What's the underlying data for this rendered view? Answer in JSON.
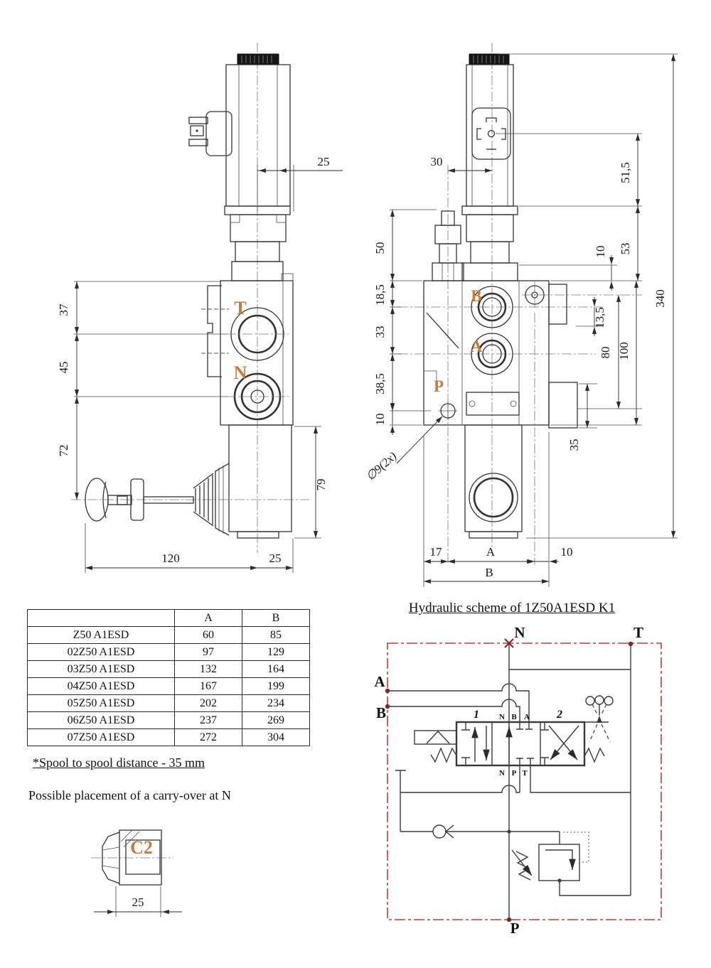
{
  "side_view": {
    "labels": {
      "t": "T",
      "n": "N"
    },
    "dims": {
      "top25": "25",
      "d37": "37",
      "d45": "45",
      "d72": "72",
      "d79": "79",
      "d120": "120",
      "bottom25": "25"
    }
  },
  "front_view": {
    "labels": {
      "b": "B",
      "a": "A",
      "p": "P"
    },
    "dims": {
      "d30": "30",
      "d51_5": "51,5",
      "d50": "50",
      "d10_top": "10",
      "d53": "53",
      "d340": "340",
      "d18_5": "18,5",
      "d33": "33",
      "d38_5": "38,5",
      "d10_left": "10",
      "d13_5": "13,5",
      "d80": "80",
      "d100": "100",
      "d35": "35",
      "hole": "∅9(2x)",
      "d17": "17",
      "da": "A",
      "d10_bottom": "10",
      "db": "B"
    }
  },
  "size_table": {
    "col_a": "A",
    "col_b": "B",
    "rows": [
      {
        "model": "Z50 A1ESD",
        "a": "60",
        "b": "85"
      },
      {
        "model": "02Z50 A1ESD",
        "a": "97",
        "b": "129"
      },
      {
        "model": "03Z50 A1ESD",
        "a": "132",
        "b": "164"
      },
      {
        "model": "04Z50 A1ESD",
        "a": "167",
        "b": "199"
      },
      {
        "model": "05Z50 A1ESD",
        "a": "202",
        "b": "234"
      },
      {
        "model": "06Z50 A1ESD",
        "a": "237",
        "b": "269"
      },
      {
        "model": "07Z50 A1ESD",
        "a": "272",
        "b": "304"
      }
    ]
  },
  "notes": {
    "spool": "*Spool to spool distance - 35 mm",
    "carry_over": "Possible placement of a carry-over at N"
  },
  "carry_over_view": {
    "label": "C2",
    "d25": "25"
  },
  "scheme": {
    "title": "Hydraulic scheme of 1Z50A1ESD K1",
    "ports": {
      "n": "N",
      "t": "T",
      "a": "A",
      "b": "B",
      "p": "P"
    },
    "positions": {
      "p1": "1",
      "p2": "2"
    },
    "valve_labels": {
      "top_n": "N",
      "top_b": "B",
      "top_a": "A",
      "bot_n": "N",
      "bot_p": "P",
      "bot_t": "T"
    }
  },
  "colors": {
    "accent_orange": "#c8793c",
    "scheme_red": "#c13a3a",
    "ink": "#333333"
  }
}
